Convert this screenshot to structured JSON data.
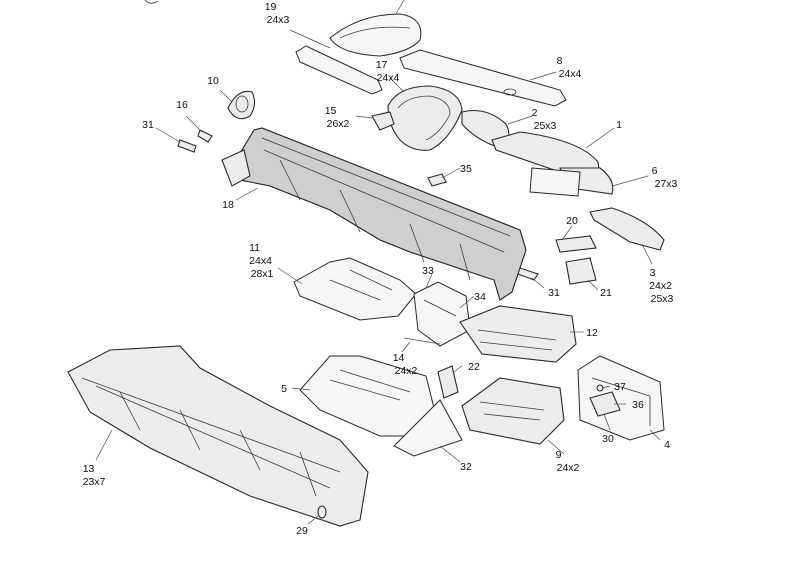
{
  "callouts": [
    {
      "id": "c19",
      "lines": [
        "19",
        "24x3"
      ]
    },
    {
      "id": "c17",
      "lines": [
        "17",
        "24x4"
      ]
    },
    {
      "id": "c8",
      "lines": [
        "8",
        "24x4"
      ]
    },
    {
      "id": "c10",
      "lines": [
        "10"
      ]
    },
    {
      "id": "c16",
      "lines": [
        "16"
      ]
    },
    {
      "id": "c31a",
      "lines": [
        "31"
      ]
    },
    {
      "id": "c15",
      "lines": [
        "15",
        "26x2"
      ]
    },
    {
      "id": "c2",
      "lines": [
        "2",
        "25x3"
      ]
    },
    {
      "id": "c1",
      "lines": [
        "1"
      ]
    },
    {
      "id": "c6",
      "lines": [
        "6",
        "27x3"
      ]
    },
    {
      "id": "c35",
      "lines": [
        "35"
      ]
    },
    {
      "id": "c18",
      "lines": [
        "18"
      ]
    },
    {
      "id": "c20",
      "lines": [
        "20"
      ]
    },
    {
      "id": "c11",
      "lines": [
        "11",
        "24x4",
        "28x1"
      ]
    },
    {
      "id": "c33",
      "lines": [
        "33"
      ]
    },
    {
      "id": "c31b",
      "lines": [
        "31"
      ]
    },
    {
      "id": "c21",
      "lines": [
        "21"
      ]
    },
    {
      "id": "c3",
      "lines": [
        "3",
        "24x2",
        "25x3"
      ]
    },
    {
      "id": "c34",
      "lines": [
        "34"
      ]
    },
    {
      "id": "c12",
      "lines": [
        "12"
      ]
    },
    {
      "id": "c14",
      "lines": [
        "14",
        "24x2"
      ]
    },
    {
      "id": "c5",
      "lines": [
        "5"
      ]
    },
    {
      "id": "c22",
      "lines": [
        "22"
      ]
    },
    {
      "id": "c37",
      "lines": [
        "37"
      ]
    },
    {
      "id": "c36",
      "lines": [
        "36"
      ]
    },
    {
      "id": "c30",
      "lines": [
        "30"
      ]
    },
    {
      "id": "c4",
      "lines": [
        "4"
      ]
    },
    {
      "id": "c9",
      "lines": [
        "9",
        "24x2"
      ]
    },
    {
      "id": "c32",
      "lines": [
        "32"
      ]
    },
    {
      "id": "c13",
      "lines": [
        "13",
        "23x7"
      ]
    },
    {
      "id": "c29",
      "lines": [
        "29"
      ]
    }
  ]
}
